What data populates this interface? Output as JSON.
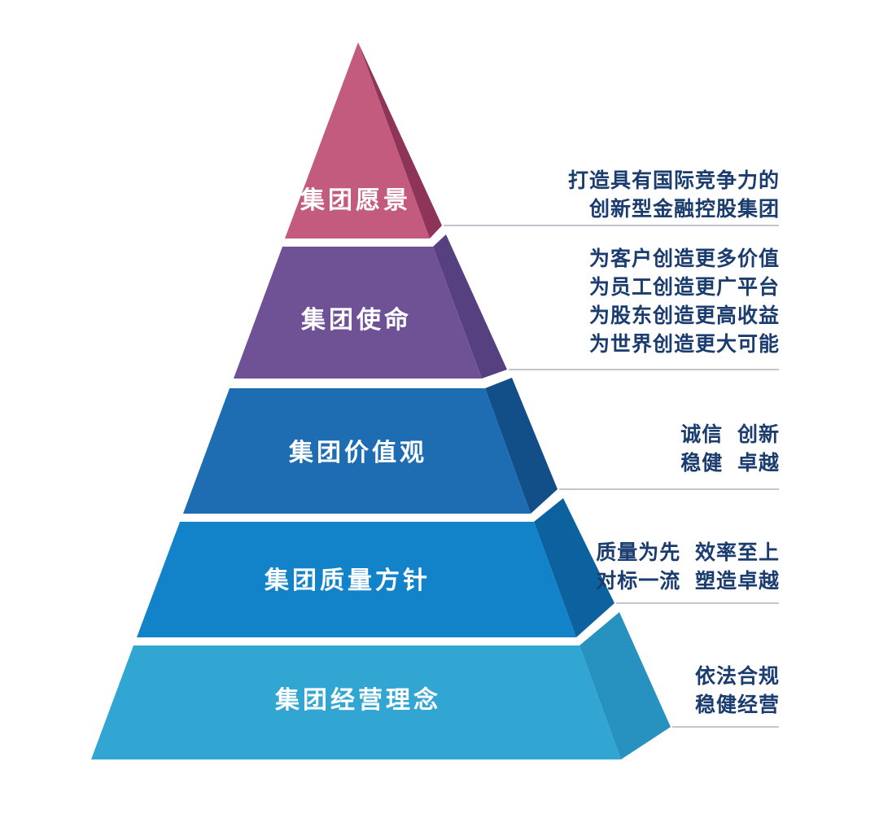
{
  "title": "group-values-pyramid",
  "colors": {
    "background": "#ffffff",
    "label_text": "#ffffff",
    "desc_text": "#1b3c6f",
    "divider": "#c3c6cd"
  },
  "tiers": [
    {
      "label": "集团愿景",
      "front_color": "#c25b7d",
      "side_color": "#8e3458",
      "desc": [
        "打造具有国际竞争力的",
        "创新型金融控股集团"
      ]
    },
    {
      "label": "集团使命",
      "front_color": "#6f5296",
      "side_color": "#564080",
      "desc": [
        "为客户创造更多价值",
        "为员工创造更广平台",
        "为股东创造更高收益",
        "为世界创造更大可能"
      ]
    },
    {
      "label": "集团价值观",
      "front_color": "#1e6db3",
      "side_color": "#124f88",
      "desc": [
        "诚信 创新",
        "稳健 卓越"
      ]
    },
    {
      "label": "集团质量方针",
      "front_color": "#1283c9",
      "side_color": "#0c619f",
      "desc": [
        "质量为先 效率至上",
        "对标一流 塑造卓越"
      ]
    },
    {
      "label": "集团经营理念",
      "front_color": "#31a6d2",
      "side_color": "#2791bf",
      "desc": [
        "依法合规",
        "稳健经营"
      ]
    }
  ]
}
